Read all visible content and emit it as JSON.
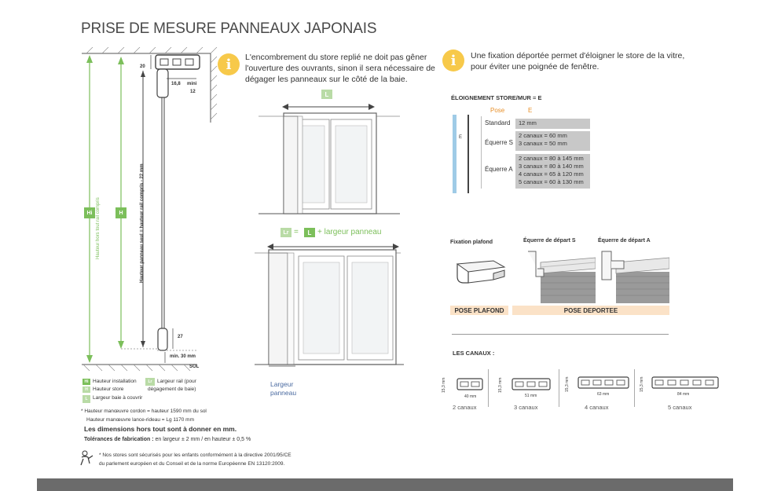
{
  "title": "PRISE DE MESURE PANNEAUX JAPONAIS",
  "colors": {
    "green": "#7cbf5b",
    "light_green": "#b9dba6",
    "yellow": "#f7c94a",
    "blue": "#9fcbe6",
    "peach": "#fbe2c7",
    "grey": "#c8c8c8",
    "footer": "#6b6b6b"
  },
  "notes": {
    "left": [
      "L'encombrement du store replié ne doit pas gêner",
      "l'ouverture des ouvrants, sinon il sera nécessaire de",
      "dégager les panneaux sur le côté de la baie."
    ],
    "right": [
      "Une fixation déportée permet d'éloigner le store de la vitre,",
      "pour éviter une poignée de fenêtre."
    ],
    "icon": "info-icon"
  },
  "profile": {
    "dim_20": "20",
    "dim_16_8": "16,8",
    "dim_mini": "mini",
    "dim_12": "12",
    "dim_27": "27",
    "dim_min30": "min. 30 mm",
    "sol": "SOL",
    "hi": "Hi",
    "h": "H",
    "vert_label_1": "Hauteur hors tout rail compris",
    "vert_label_2": "Hauteur panneau seul = hauteur rail compris - 22 mm"
  },
  "legend": [
    {
      "badge": "Hi",
      "text": "Hauteur installation"
    },
    {
      "badge": "H",
      "text": "Hauteur store"
    },
    {
      "badge": "L",
      "text": "Largeur baie à couvrir"
    },
    {
      "badge": "Lr",
      "text_1": "Largeur rail (pour",
      "text_2": "dégagement de baie)"
    }
  ],
  "footnotes": {
    "manoeuvre_1": "* Hauteur manœuvre cordon = hauteur 1590 mm du sol",
    "manoeuvre_2": "Hauteur manœuvre lance-rideau = Lg 1170 mm",
    "dimensions": "Les dimensions hors tout sont à donner en mm.",
    "tolerances_label": "Tolérances de fabrication :",
    "tolerances_text": " en largeur ± 2 mm / en hauteur ± 0,5 %",
    "safety_1": "* Nos stores sont sécurisés pour les enfants conformément à la directive 2001/95/CE",
    "safety_2": "du parlement européen et du Conseil et de la norme Européenne EN 13120:2009."
  },
  "window_top": {
    "label": "L"
  },
  "window_bottom": {
    "label_lr": "Lr",
    "equals": "=",
    "label_l": "L",
    "plus": "+ largeur panneau",
    "largeur": "Largeur",
    "panneau": "panneau"
  },
  "ecartement": {
    "title": "ÉLOIGNEMENT STORE/MUR = E",
    "col_pose": "Pose",
    "col_e": "E",
    "e_marker": "E",
    "rows": [
      {
        "pose": "Standard",
        "values": [
          "12 mm"
        ]
      },
      {
        "pose": "Équerre S",
        "values": [
          "2 canaux = 60 mm",
          "3 canaux = 50 mm"
        ]
      },
      {
        "pose": "Équerre A",
        "values": [
          "2 canaux = 80 à 145 mm",
          "3 canaux = 80 à 140  mm",
          "4 canaux = 65 à 120 mm",
          "5 canaux = 60 à 130  mm"
        ]
      }
    ]
  },
  "fixations": {
    "plafond": "Fixation plafond",
    "equerre_s": "Équerre de départ S",
    "equerre_a": "Équerre de départ A",
    "pose_plafond": "POSE PLAFOND",
    "pose_deportee": "POSE DEPORTEE"
  },
  "canaux": {
    "title": "LES CANAUX :",
    "height": "15,3 mm",
    "items": [
      {
        "width": "40 mm",
        "label": "2 canaux"
      },
      {
        "width": "51 mm",
        "label": "3 canaux"
      },
      {
        "width": "63 mm",
        "label": "4 canaux"
      },
      {
        "width": "84 mm",
        "label": "5 canaux"
      }
    ]
  }
}
